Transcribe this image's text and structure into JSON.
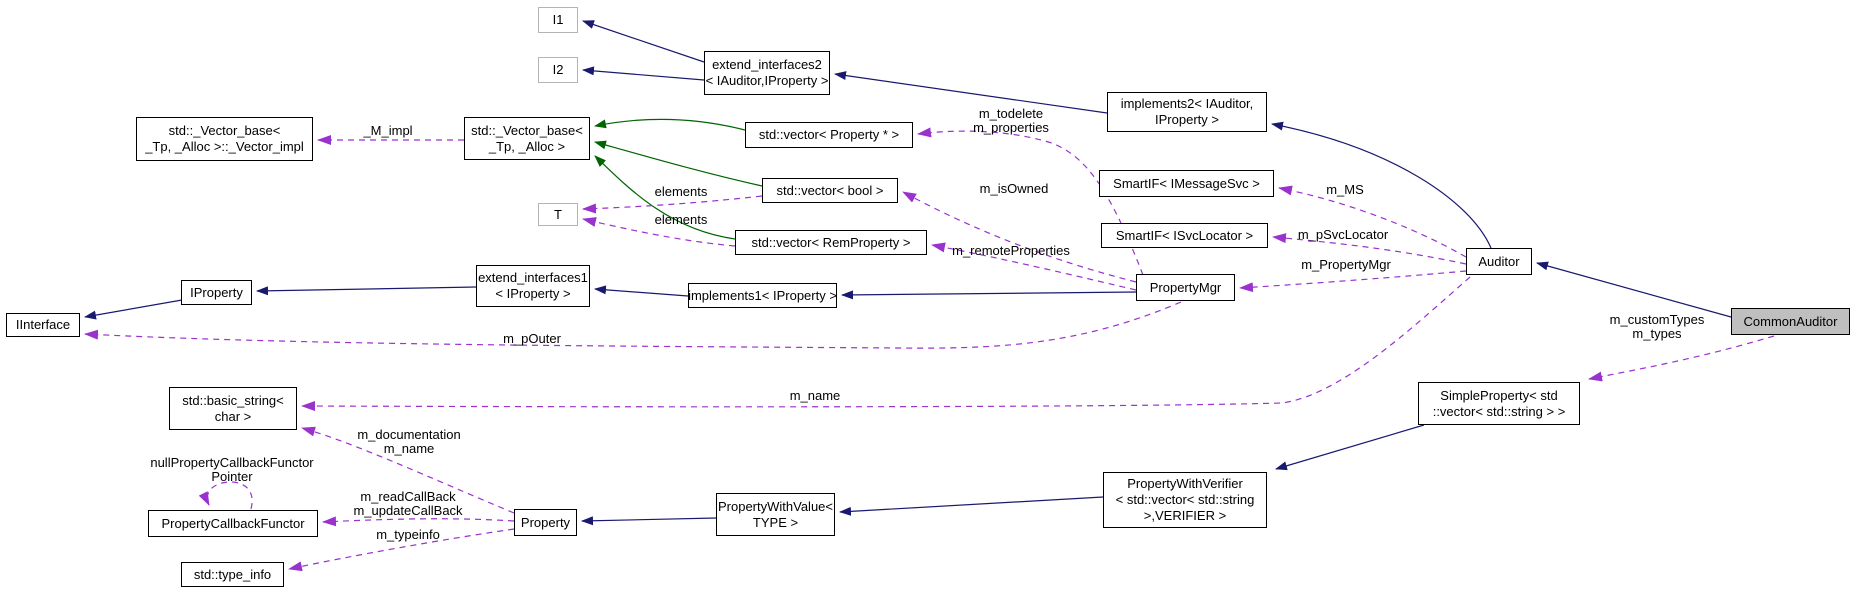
{
  "diagram": {
    "kind": "doxygen-collaboration-graph",
    "focus_class": "CommonAuditor",
    "colors": {
      "inheritance_edge": "#191970",
      "protected_inheritance_edge": "#006400",
      "usage_edge": "#9a32cd",
      "node_background": "#ffffff",
      "node_border": "#000000",
      "template_node_border": "#b4b4b4",
      "focus_node_background": "#bfbfbf"
    },
    "nodes": {
      "i1": {
        "label": "I1"
      },
      "i2": {
        "label": "I2"
      },
      "extend_interfaces2": {
        "label": "extend_interfaces2\n< IAuditor,IProperty >"
      },
      "vector_impl": {
        "label": "std::_Vector_base<\n_Tp, _Alloc >::_Vector_impl"
      },
      "vector_base": {
        "label": "std::_Vector_base<\n_Tp, _Alloc >"
      },
      "vector_property_ptr": {
        "label": "std::vector< Property * >"
      },
      "vector_bool": {
        "label": "std::vector< bool >"
      },
      "t": {
        "label": "T"
      },
      "vector_remproperty": {
        "label": "std::vector< RemProperty >"
      },
      "implements2": {
        "label": "implements2< IAuditor,\nIProperty >"
      },
      "smartif_imessagesvc": {
        "label": "SmartIF< IMessageSvc >"
      },
      "smartif_isvclocator": {
        "label": "SmartIF< ISvcLocator >"
      },
      "auditor": {
        "label": "Auditor"
      },
      "propertymgr": {
        "label": "PropertyMgr"
      },
      "extend_interfaces1": {
        "label": "extend_interfaces1\n< IProperty >"
      },
      "implements1": {
        "label": "implements1< IProperty >"
      },
      "iproperty": {
        "label": "IProperty"
      },
      "iinterface": {
        "label": "IInterface"
      },
      "common_auditor": {
        "label": "CommonAuditor"
      },
      "simpleproperty": {
        "label": "SimpleProperty< std\n::vector< std::string > >"
      },
      "basic_string": {
        "label": "std::basic_string<\nchar >"
      },
      "propertywithverifier": {
        "label": "PropertyWithVerifier\n< std::vector< std::string\n>,VERIFIER >"
      },
      "propertywithvalue": {
        "label": "PropertyWithValue<\nTYPE >"
      },
      "property": {
        "label": "Property"
      },
      "propertycallbackfunctor": {
        "label": "PropertyCallbackFunctor"
      },
      "type_info": {
        "label": "std::type_info"
      }
    },
    "edge_labels": {
      "m_impl": "_M_impl",
      "elements_upper": "elements",
      "elements_lower": "elements",
      "m_todelete_properties": "m_todelete\nm_properties",
      "m_isowned": "m_isOwned",
      "m_ms": "m_MS",
      "m_psvclocator": "m_pSvcLocator",
      "m_propertymgr": "m_PropertyMgr",
      "m_remoteproperties": "m_remoteProperties",
      "m_pouter": "m_pOuter",
      "m_customtypes_types": "m_customTypes\nm_types",
      "m_name": "m_name",
      "m_documentation_name": "m_documentation\nm_name",
      "null_functor_pointer": "nullPropertyCallbackFunctor\nPointer",
      "m_read_update_callback": "m_readCallBack\nm_updateCallBack",
      "m_typeinfo": "m_typeinfo"
    }
  }
}
